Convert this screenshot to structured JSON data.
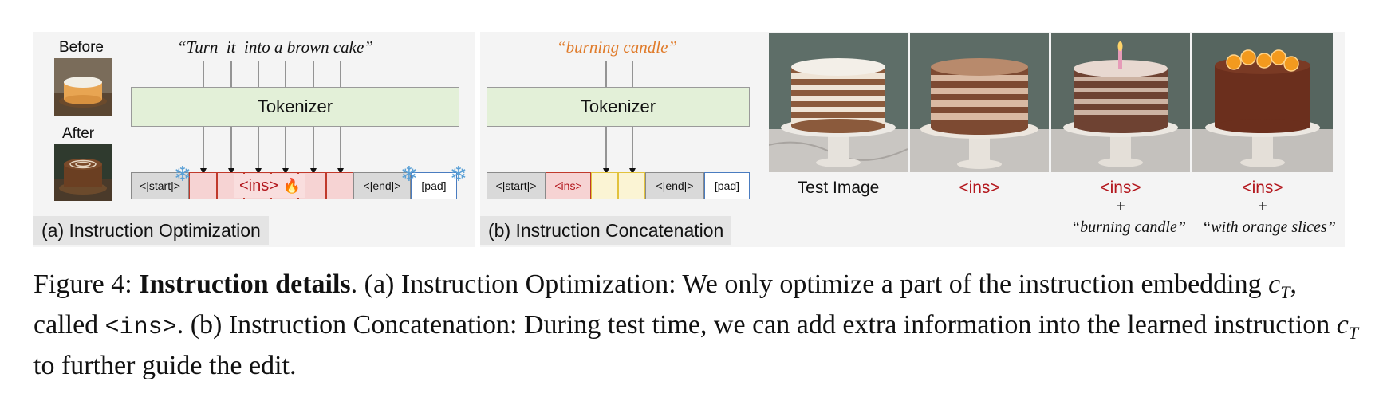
{
  "panel_a": {
    "before_label": "Before",
    "after_label": "After",
    "instruction": "“Turn  it  into a brown cake”",
    "tokenizer": "Tokenizer",
    "tokens": {
      "start": "<|start|>",
      "ins": "<ins>",
      "end": "<|end|>",
      "pad": "[pad]"
    },
    "fire_icon": "🔥",
    "snowflake_icon": "❄",
    "caption": "(a) Instruction Optimization"
  },
  "panel_b": {
    "instruction": "“burning candle”",
    "instruction_color": "#e07b2a",
    "tokenizer": "Tokenizer",
    "tokens": {
      "start": "<|start|>",
      "ins": "<ins>",
      "end": "<|end|>",
      "pad": "[pad]"
    },
    "caption": "(b) Instruction Concatenation"
  },
  "results": {
    "labels": [
      "Test Image",
      "<ins>",
      "<ins>",
      "<ins>"
    ],
    "plus": "+",
    "extra_1": "“burning candle”",
    "extra_2": "“with orange slices”"
  },
  "figure_caption": {
    "prefix": "Figure 4: ",
    "bold": "Instruction details",
    "part1": ". (a) Instruction Optimization: We only optimize a part of the instruction embedding ",
    "c": "c",
    "sub": "T",
    "part2": ", called ",
    "code": "<ins>",
    "part3": ". (b) Instruction Concatenation: During test time, we can add extra information into the learned instruction ",
    "part4": " to further guide the edit."
  },
  "colors": {
    "panel_bg": "#f4f4f4",
    "tokenizer_bg": "#e3f0d8",
    "ins_red": "#b3171d",
    "pad_blue": "#4a7cc0"
  }
}
